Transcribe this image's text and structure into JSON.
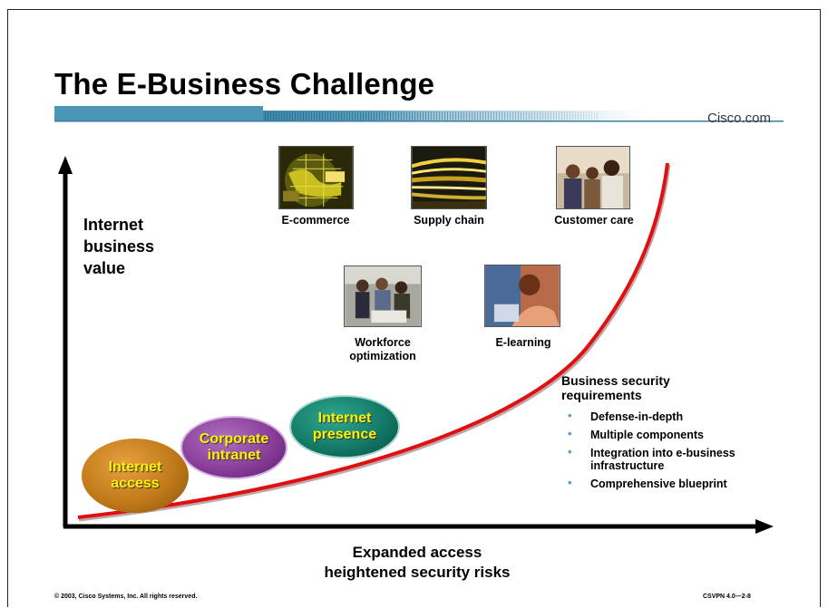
{
  "slide": {
    "title": "The E-Business Challenge",
    "brand": "Cisco.com",
    "y_axis_label": "Internet business value",
    "x_axis_label_line1": "Expanded access",
    "x_axis_label_line2": "heightened security risks",
    "footer_left": "© 2003, Cisco Systems, Inc. All rights reserved.",
    "footer_right": "CSVPN 4.0—2-8"
  },
  "pictures": [
    {
      "caption": "E-commerce",
      "icon": "globe-photo"
    },
    {
      "caption": "Supply chain",
      "icon": "light-trails-photo"
    },
    {
      "caption": "Customer care",
      "icon": "call-center-photo"
    },
    {
      "caption_line1": "Workforce",
      "caption_line2": "optimization",
      "icon": "team-photo"
    },
    {
      "caption": "E-learning",
      "icon": "student-photo"
    }
  ],
  "bubbles": [
    {
      "line1": "Internet",
      "line2": "access",
      "color": "#c07a1a"
    },
    {
      "line1": "Corporate",
      "line2": "intranet",
      "color": "#8a3f9a"
    },
    {
      "line1": "Internet",
      "line2": "presence",
      "color": "#147a68"
    }
  ],
  "requirements": {
    "heading_line1": "Business security",
    "heading_line2": "requirements",
    "items": [
      "Defense-in-depth",
      "Multiple components",
      "Integration into e-business infrastructure",
      "Comprehensive blueprint"
    ]
  },
  "colors": {
    "curve": "#e01010",
    "axis": "#000000",
    "brand_bar": "#4a94b4",
    "bullet": "#5aa0c8"
  }
}
